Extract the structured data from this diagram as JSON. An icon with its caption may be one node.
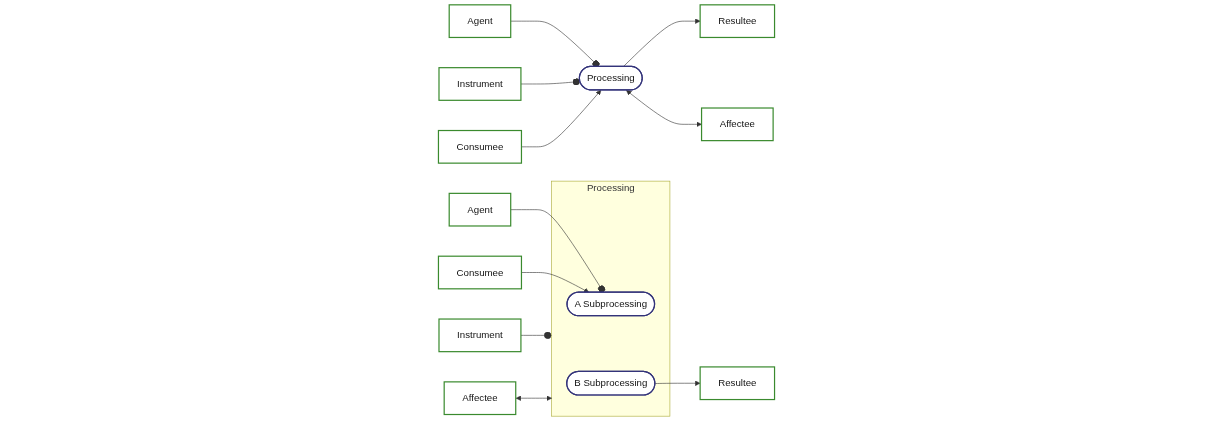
{
  "diagram": {
    "nodes": [
      {
        "text": [
          "Agent"
        ]
      },
      {
        "text": [
          "Instrument"
        ]
      },
      {
        "text": [
          "Processing"
        ]
      },
      {
        "text": [
          "Consumee"
        ]
      },
      {
        "text": [
          "Resultee"
        ]
      },
      {
        "text": [
          "Affectee"
        ]
      },
      {
        "text": [
          "Agent"
        ]
      },
      {
        "text": [
          "Instrument"
        ]
      },
      {
        "text": [
          "Consumee"
        ]
      },
      {
        "text": [
          "Affectee"
        ]
      },
      {
        "text": [
          "Processing"
        ]
      },
      {
        "text": [
          "A Subprocessing"
        ],
        "in": 10
      },
      {
        "text": [
          "B Subprocessing"
        ],
        "in": 10
      },
      {
        "text": [
          "Resultee"
        ]
      }
    ],
    "edges": [
      {
        "from": 0,
        "to": 2,
        "arrow": "other"
      },
      {
        "from": 1,
        "to": 2,
        "arrow": "other"
      },
      {
        "from": 3,
        "to": 2,
        "arrow": "to"
      },
      {
        "from": 2,
        "to": 4,
        "arrow": "to"
      },
      {
        "from": 2,
        "to": 5,
        "arrow": "both"
      },
      {
        "from": 6,
        "to": 11,
        "arrow": "other"
      },
      {
        "from": 7,
        "to": 10,
        "arrow": "other"
      },
      {
        "from": 8,
        "to": 11,
        "arrow": "to"
      },
      {
        "from": 12,
        "to": 13,
        "arrow": "to"
      },
      {
        "from": 9,
        "to": 10,
        "arrow": "both"
      }
    ]
  }
}
